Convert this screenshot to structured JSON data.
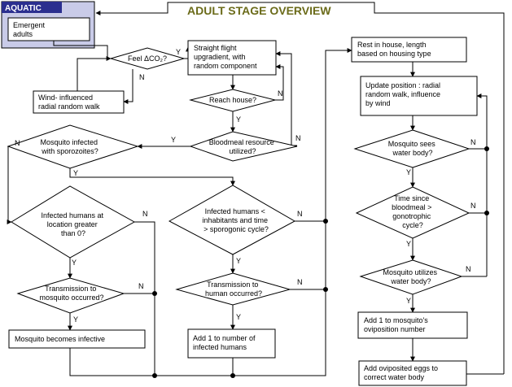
{
  "title": "ADULT STAGE OVERVIEW",
  "aquatic_label": "AQUATIC",
  "colors": {
    "aquatic_fill": "#2b2f8f",
    "aquatic_panel": "#c9cbe8",
    "title": "#6b6b1a"
  },
  "nodes": {
    "emergent": [
      "Emergent",
      "adults"
    ],
    "feel_co2": [
      "Feel ΔCO₂?"
    ],
    "wind_walk": [
      "Wind- influenced",
      "radial random walk"
    ],
    "straight_flight": [
      "Straight flight",
      "upgradient, with",
      "random component"
    ],
    "reach_house": [
      "Reach house?"
    ],
    "bloodmeal": [
      "Bloodmeal resource",
      "utilized?"
    ],
    "mosq_infected": [
      "Mosquito infected",
      "with sporozoites?"
    ],
    "infected_humans_location": [
      "Infected humans at",
      "location greater",
      "than 0?"
    ],
    "transmission_mosquito": [
      "Transmission to",
      "mosquito occurred?"
    ],
    "mosq_infective": [
      "Mosquito becomes infective"
    ],
    "infected_lt_inhabitants": [
      "Infected humans <",
      "inhabitants and time",
      "> sporogonic cycle?"
    ],
    "transmission_human": [
      "Transmission to",
      "human occurred?"
    ],
    "add_infected": [
      "Add 1 to number of",
      "infected humans"
    ],
    "rest_house": [
      "Rest in house, length",
      "based on housing type"
    ],
    "update_position": [
      "Update position : radial",
      "random walk, influence",
      "by wind"
    ],
    "sees_water": [
      "Mosquito sees",
      "water body?"
    ],
    "time_since": [
      "Time since",
      "bloodmeal >",
      "gonotrophic",
      "cycle?"
    ],
    "utilizes_water": [
      "Mosquito utilizes",
      "water body?"
    ],
    "add_oviposition": [
      "Add 1 to mosquito's",
      "oviposition number"
    ],
    "add_eggs": [
      "Add oviposited eggs to",
      "correct water body"
    ]
  },
  "labels": {
    "yes": "Y",
    "no": "N"
  }
}
